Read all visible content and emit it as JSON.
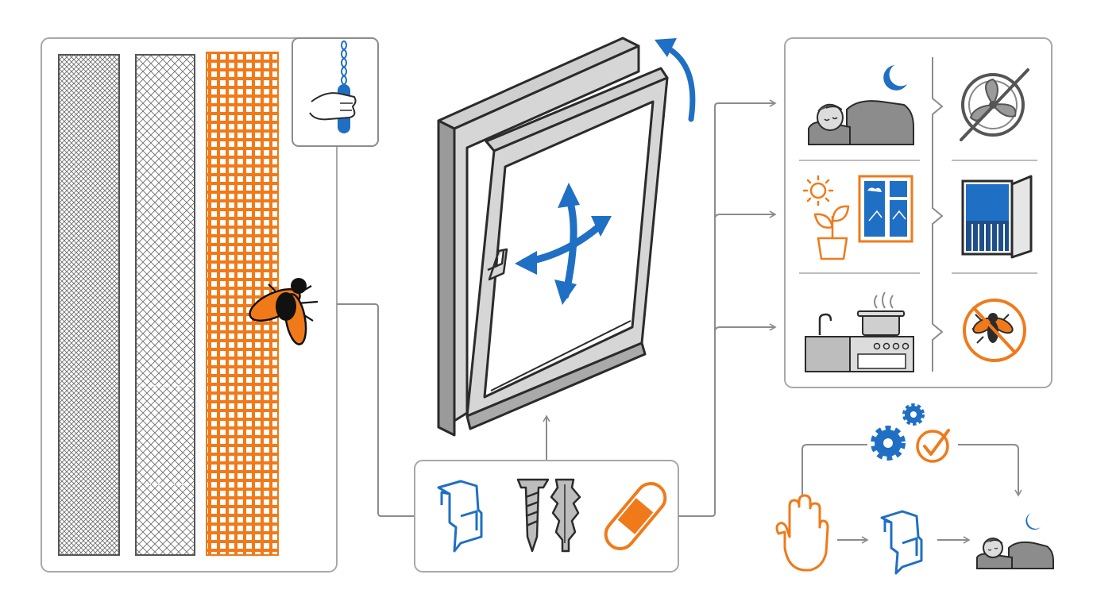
{
  "colors": {
    "orange": "#f07a1a",
    "blue": "#1f6fc4",
    "dark": "#2b2b2b",
    "gray": "#8c8c8c",
    "lightgray": "#d9d9d9",
    "frame": "#a8a8a8"
  },
  "panels": {
    "mesh_types": [
      "fine-mesh",
      "medium-mesh",
      "coarse-mesh"
    ],
    "fixings": [
      "clip-bracket-icon",
      "screw-and-dowel-icon",
      "adhesive-tape-icon"
    ],
    "benefits": [
      {
        "left": "sleeping-person-night-icon",
        "right": "no-fan-icon"
      },
      {
        "left": "sunny-plant-window-icon",
        "right": "open-window-shutter-icon"
      },
      {
        "left": "kitchen-cooking-icon",
        "right": "no-insects-icon"
      }
    ],
    "workflow": [
      "hand-icon",
      "clip-bracket-icon",
      "sleeping-person-night-icon"
    ]
  }
}
